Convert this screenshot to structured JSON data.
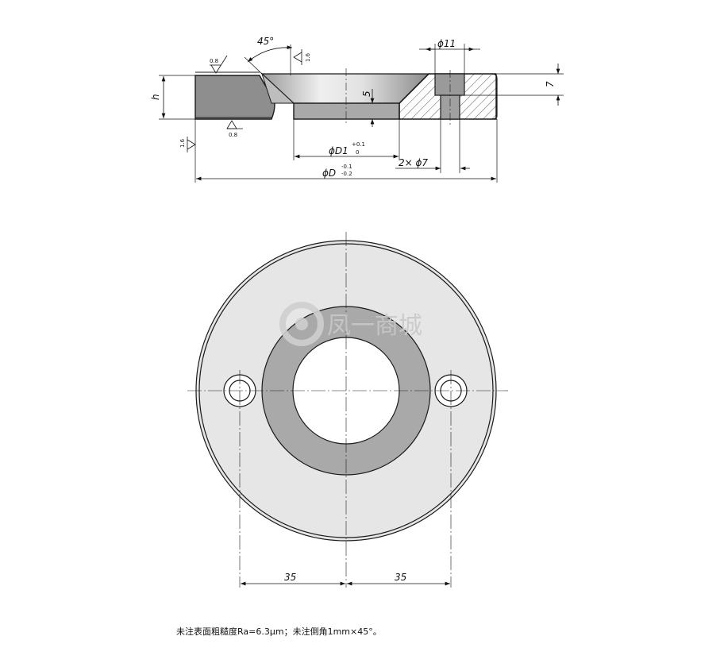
{
  "section_view": {
    "chamfer_angle": "45°",
    "counterbore_dia": "ϕ11",
    "counterbore_depth": "7",
    "recess_depth": "5",
    "thickness": "h",
    "inner_dia": "ϕD1",
    "inner_dia_tol_upper": "+0.1",
    "inner_dia_tol_lower": "0",
    "hole_callout": "2× ϕ7",
    "outer_dia": "ϕD",
    "outer_dia_tol_upper": "-0.1",
    "outer_dia_tol_lower": "-0.2",
    "roughness_top": "0.8",
    "roughness_bottom": "0.8",
    "roughness_side": "1.6",
    "roughness_cone": "1.6"
  },
  "plan_view": {
    "hole_spacing_left": "35",
    "hole_spacing_right": "35",
    "watermark": "凤一商城"
  },
  "note": "未注表面粗糙度Ra=6.3μm；未注倒角1mm×45°。",
  "colors": {
    "line": "#1a1a1a",
    "section_fill": "#8e8e8e",
    "cone_fill": "#d6d6d6",
    "plate_fill": "#e6e6e6",
    "recess_fill": "#a9a9a9"
  }
}
